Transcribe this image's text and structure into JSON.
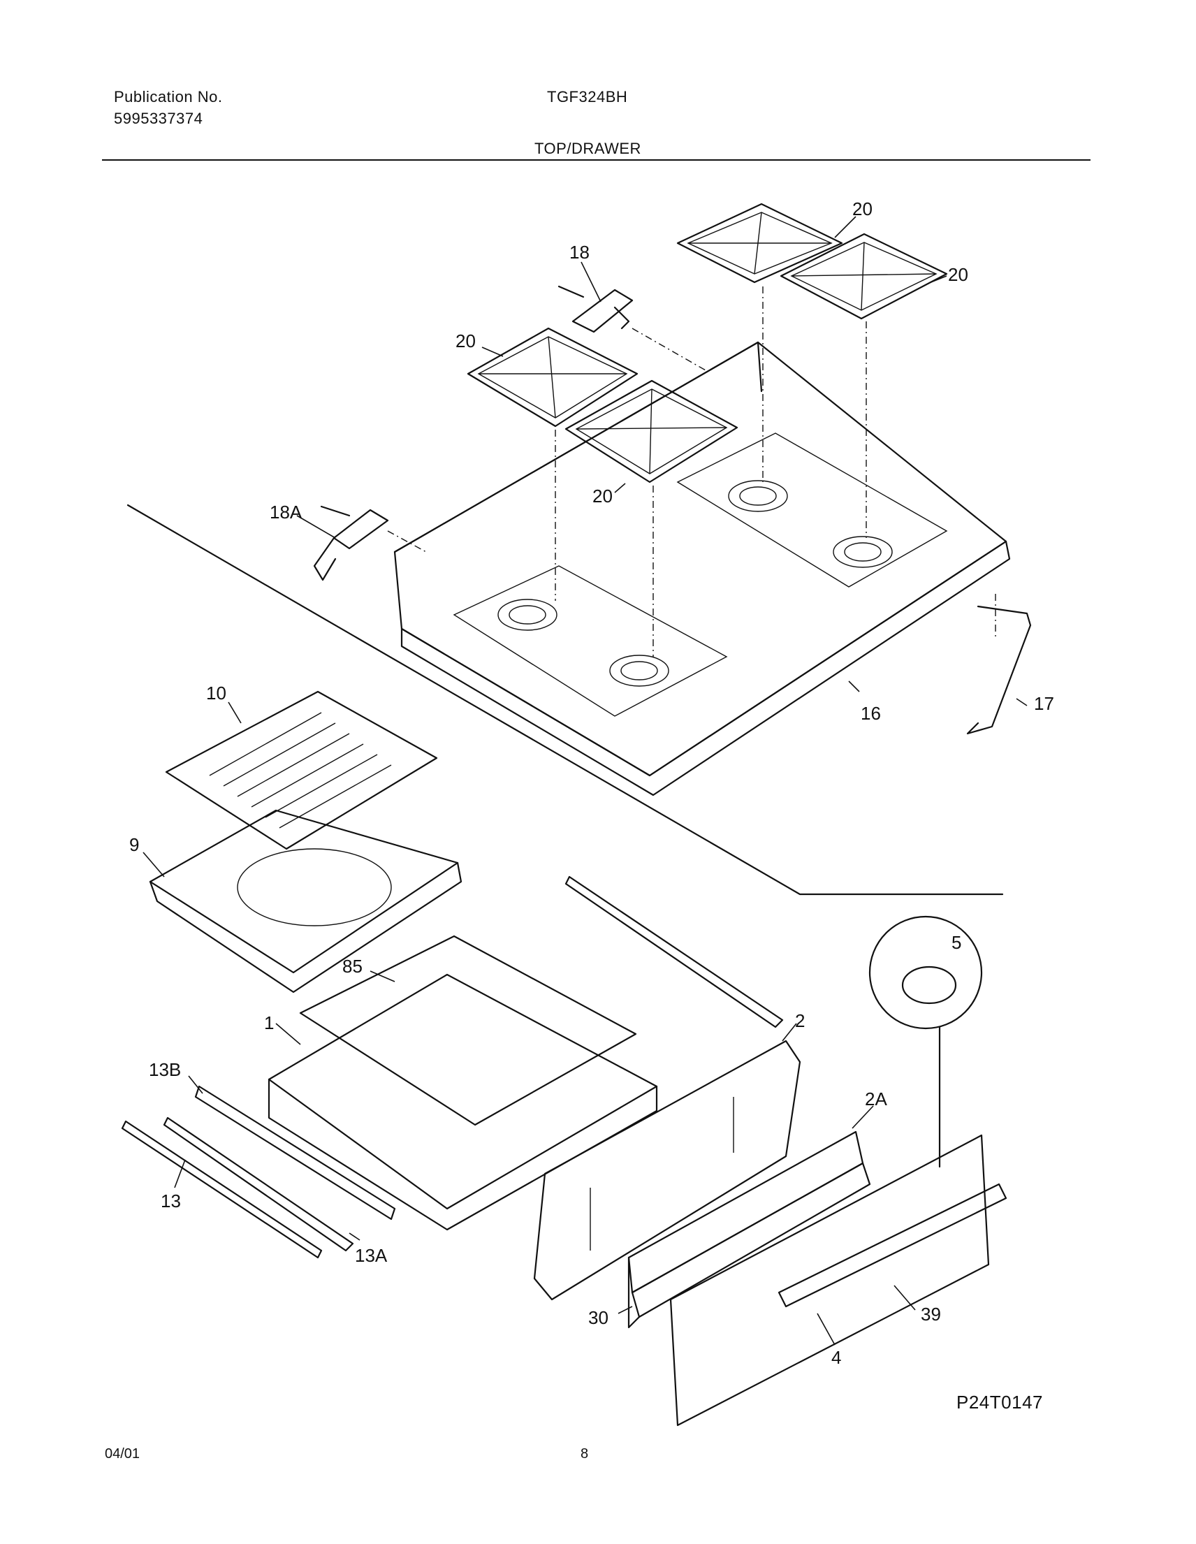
{
  "header": {
    "publication_label": "Publication No.",
    "publication_number": "5995337374",
    "model": "TGF324BH",
    "section_title": "TOP/DRAWER"
  },
  "callouts": {
    "c20a": "20",
    "c20b": "20",
    "c20c": "20",
    "c20d": "20",
    "c18": "18",
    "c18a": "18A",
    "c16": "16",
    "c17": "17",
    "c10": "10",
    "c9": "9",
    "c85": "85",
    "c1": "1",
    "c2": "2",
    "c2a": "2A",
    "c5": "5",
    "c13b": "13B",
    "c13": "13",
    "c13a": "13A",
    "c30": "30",
    "c39": "39",
    "c4": "4"
  },
  "footer": {
    "figure_code": "P24T0147",
    "date": "04/01",
    "page": "8"
  }
}
